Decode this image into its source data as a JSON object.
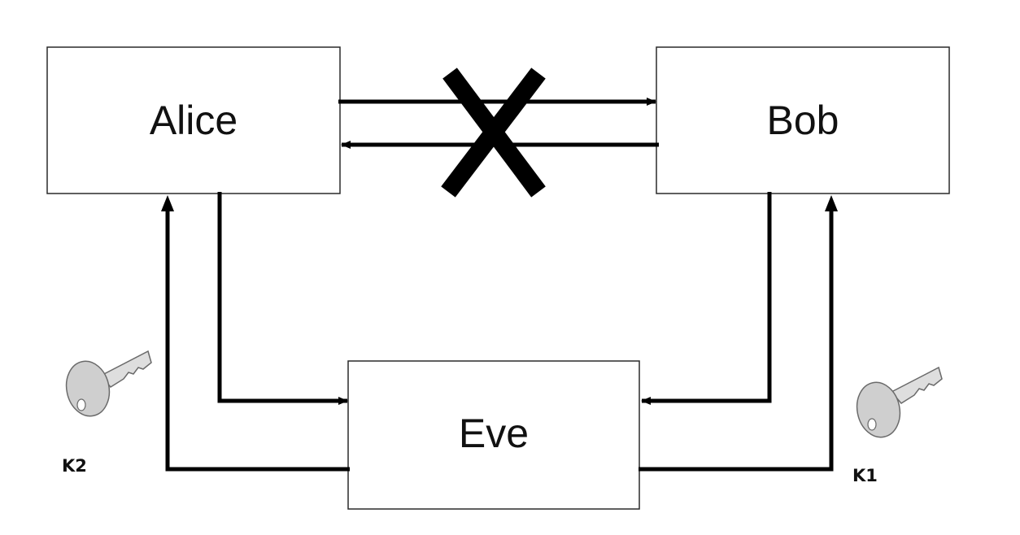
{
  "diagram": {
    "nodes": {
      "alice": "Alice",
      "bob": "Bob",
      "eve": "Eve"
    },
    "keys": {
      "left": "K2",
      "right": "K1"
    },
    "colors": {
      "line": "#000000",
      "box_border": "#2a2a2a",
      "key_fill": "#cfcfcf"
    },
    "icons": {
      "blocked": "x-mark-icon",
      "key": "key-icon"
    }
  }
}
